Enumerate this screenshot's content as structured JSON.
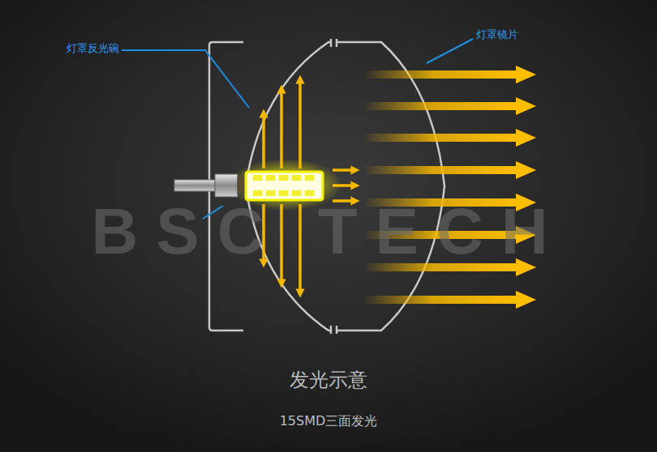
{
  "diagram": {
    "title": "发光示意",
    "caption": "15SMD三面发光",
    "labels": [
      "灯罩反光碗",
      "灯罩镜片",
      "BSC TECH"
    ]
  }
}
